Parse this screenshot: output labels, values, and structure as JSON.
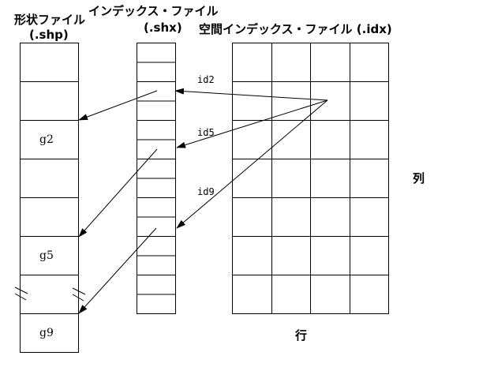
{
  "titles": {
    "shp_name": "形状ファイル",
    "shp_ext": "(.shp)",
    "shx_name": "インデックス・ファイル",
    "shx_ext": "(.shx)",
    "idx": "空間インデックス・ファイル (.idx)"
  },
  "axis_labels": {
    "column": "列",
    "row": "行"
  },
  "shp_cells": [
    "",
    "",
    "g2",
    "",
    "",
    "g5",
    "",
    "g9"
  ],
  "id_labels": [
    "id2",
    "id5",
    "id9"
  ]
}
